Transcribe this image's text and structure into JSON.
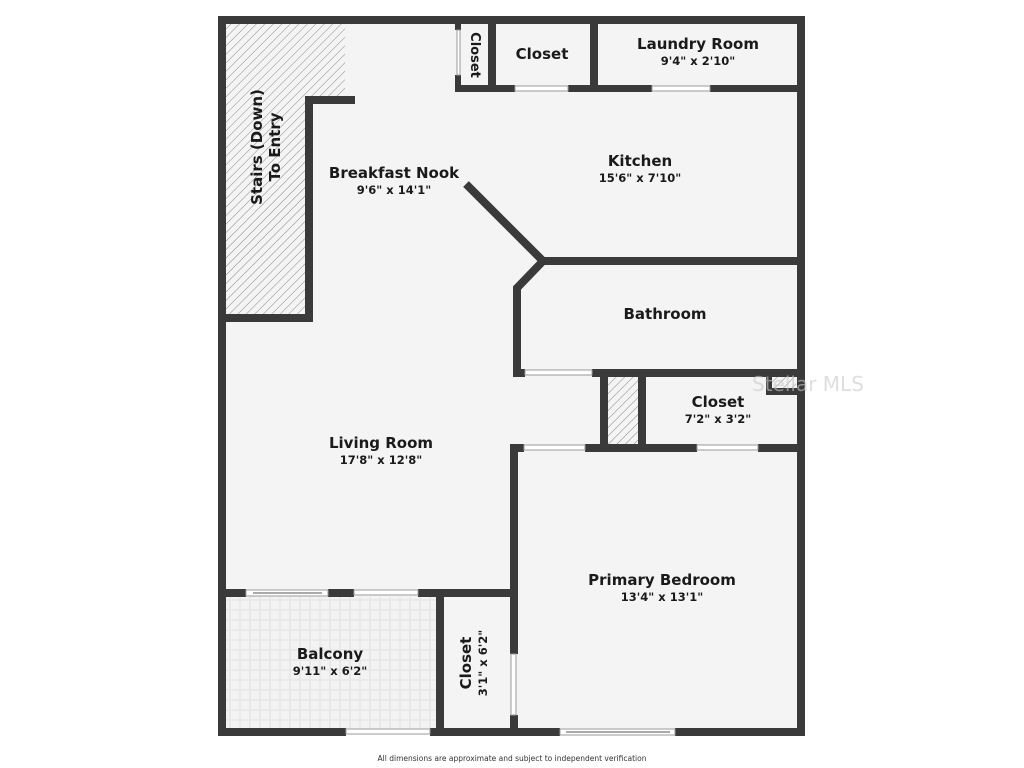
{
  "floorplan": {
    "colors": {
      "wall": "#3a3a3a",
      "floor": "#f4f4f4",
      "hatch": "#8a8a8a",
      "tile_line": "#ffffff",
      "tile_bg": "#ececec"
    },
    "rooms": [
      {
        "id": "stairs",
        "name": "Stairs (Down)",
        "name2": "To Entry"
      },
      {
        "id": "closet-top-narrow",
        "name": "Closet"
      },
      {
        "id": "closet-top",
        "name": "Closet"
      },
      {
        "id": "laundry",
        "name": "Laundry Room",
        "dim": "9'4\" x 2'10\""
      },
      {
        "id": "breakfast-nook",
        "name": "Breakfast Nook",
        "dim": "9'6\" x 14'1\""
      },
      {
        "id": "kitchen",
        "name": "Kitchen",
        "dim": "15'6\" x 7'10\""
      },
      {
        "id": "bathroom",
        "name": "Bathroom"
      },
      {
        "id": "closet-mid",
        "name": "Closet",
        "dim": "7'2\" x 3'2\""
      },
      {
        "id": "living-room",
        "name": "Living Room",
        "dim": "17'8\" x 12'8\""
      },
      {
        "id": "primary-bedroom",
        "name": "Primary Bedroom",
        "dim": "13'4\" x 13'1\""
      },
      {
        "id": "balcony",
        "name": "Balcony",
        "dim": "9'11\" x 6'2\""
      },
      {
        "id": "closet-bottom",
        "name": "Closet",
        "dim": "3'1\" x 6'2\""
      }
    ],
    "watermark": "Stellar MLS",
    "footer": "All dimensions are approximate and subject to independent verification"
  }
}
